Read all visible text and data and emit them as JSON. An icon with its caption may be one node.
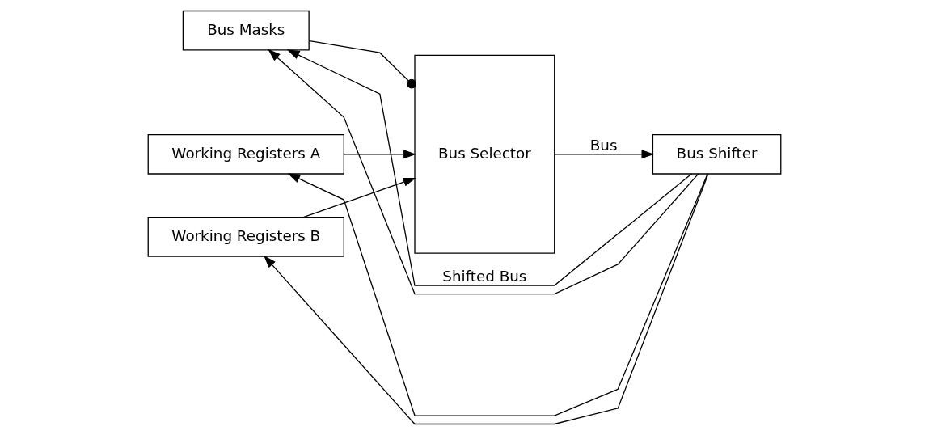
{
  "diagram": {
    "nodes": [
      {
        "text": [
          "Bus Masks"
        ]
      },
      {
        "text": [
          "Working Registers A"
        ]
      },
      {
        "text": [
          "Working Registers B"
        ]
      },
      {
        "text": [
          "Bus Selector"
        ]
      },
      {
        "text": [
          "Bus Shifter"
        ]
      }
    ],
    "edges": [
      {
        "from": 0,
        "to": 3,
        "arrow": "other"
      },
      {
        "from": 1,
        "to": 3,
        "arrow": "to"
      },
      {
        "from": 2,
        "to": 3,
        "arrow": "to"
      },
      {
        "from": 3,
        "to": 4,
        "arrow": "to",
        "label": "Bus"
      },
      {
        "from": 4,
        "to": 0,
        "arrow": "to",
        "label": "Shifted Bus"
      },
      {
        "from": 4,
        "to": 0,
        "arrow": "to"
      },
      {
        "from": 4,
        "to": 1,
        "arrow": "to"
      },
      {
        "from": 4,
        "to": 2,
        "arrow": "to"
      }
    ]
  }
}
